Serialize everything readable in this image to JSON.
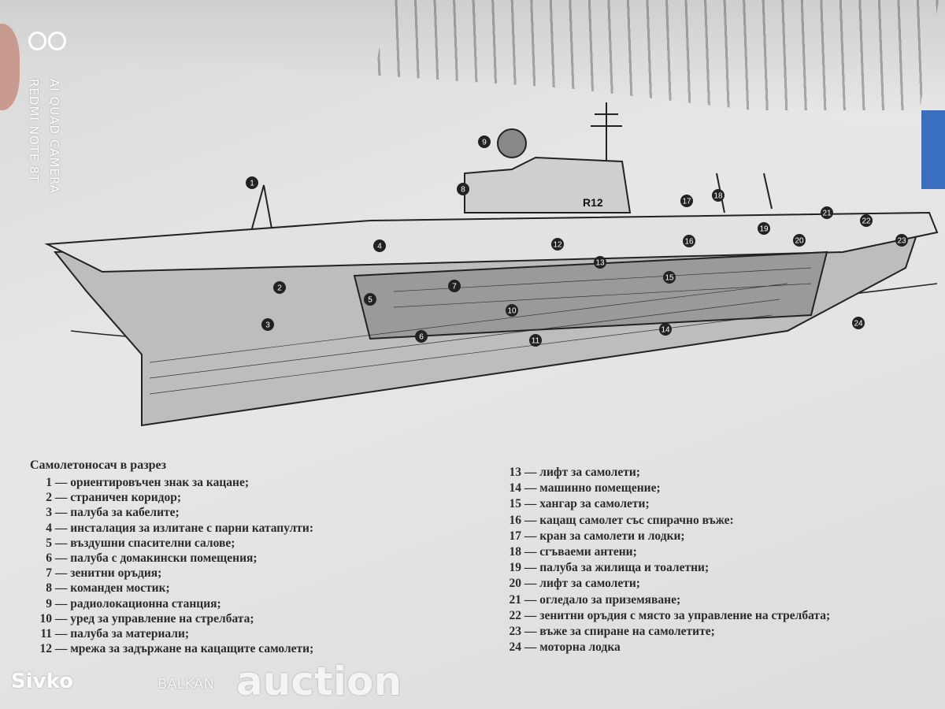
{
  "watermarks": {
    "phone_line1": "REDMI NOTE 8T",
    "phone_line2": "AI QUAD CAMERA",
    "site_top": "BALKAN",
    "site_mid": "auction",
    "user": "Sivko"
  },
  "illustration": {
    "hull_marking": "R12",
    "callouts": [
      "1",
      "2",
      "3",
      "4",
      "5",
      "6",
      "7",
      "8",
      "9",
      "10",
      "11",
      "12",
      "13",
      "14",
      "15",
      "16",
      "17",
      "18",
      "19",
      "20",
      "21",
      "22",
      "23",
      "24"
    ]
  },
  "caption": "Самолетоносач в разрез",
  "legend_left": [
    {
      "num": "1",
      "text": "— ориентировъчен знак за кацане;"
    },
    {
      "num": "2",
      "text": "— страничен коридор;"
    },
    {
      "num": "3",
      "text": "— палуба за кабелите;"
    },
    {
      "num": "4",
      "text": "— инсталация за излитане с парни катапулти:"
    },
    {
      "num": "5",
      "text": "— въздушни спасителни салове;"
    },
    {
      "num": "6",
      "text": "— палуба с домакински помещения;"
    },
    {
      "num": "7",
      "text": "— зенитни оръдия;"
    },
    {
      "num": "8",
      "text": "— команден мостик;"
    },
    {
      "num": "9",
      "text": "— радиолокационна станция;"
    },
    {
      "num": "10",
      "text": "— уред за управление на стрелбата;"
    },
    {
      "num": "11",
      "text": "— палуба за материали;"
    },
    {
      "num": "12",
      "text": "— мрежа за задържане на кацащите самолети;"
    }
  ],
  "legend_right": [
    {
      "num": "13",
      "text": "— лифт за самолети;"
    },
    {
      "num": "14",
      "text": "— машинно помещение;"
    },
    {
      "num": "15",
      "text": "— хангар за самолети;"
    },
    {
      "num": "16",
      "text": "— кацащ самолет със спирачно въже:"
    },
    {
      "num": "17",
      "text": "— кран за самолети и лодки;"
    },
    {
      "num": "18",
      "text": "— сгъваеми антени;"
    },
    {
      "num": "19",
      "text": "— палуба за жилища и тоалетни;"
    },
    {
      "num": "20",
      "text": "— лифт за самолети;"
    },
    {
      "num": "21",
      "text": "— огледало за приземяване;"
    },
    {
      "num": "22",
      "text": "— зенитни оръдия с място за управление на стрелбата;"
    },
    {
      "num": "23",
      "text": "— въже за спиране на самолетите;"
    },
    {
      "num": "24",
      "text": "— моторна лодка"
    }
  ]
}
